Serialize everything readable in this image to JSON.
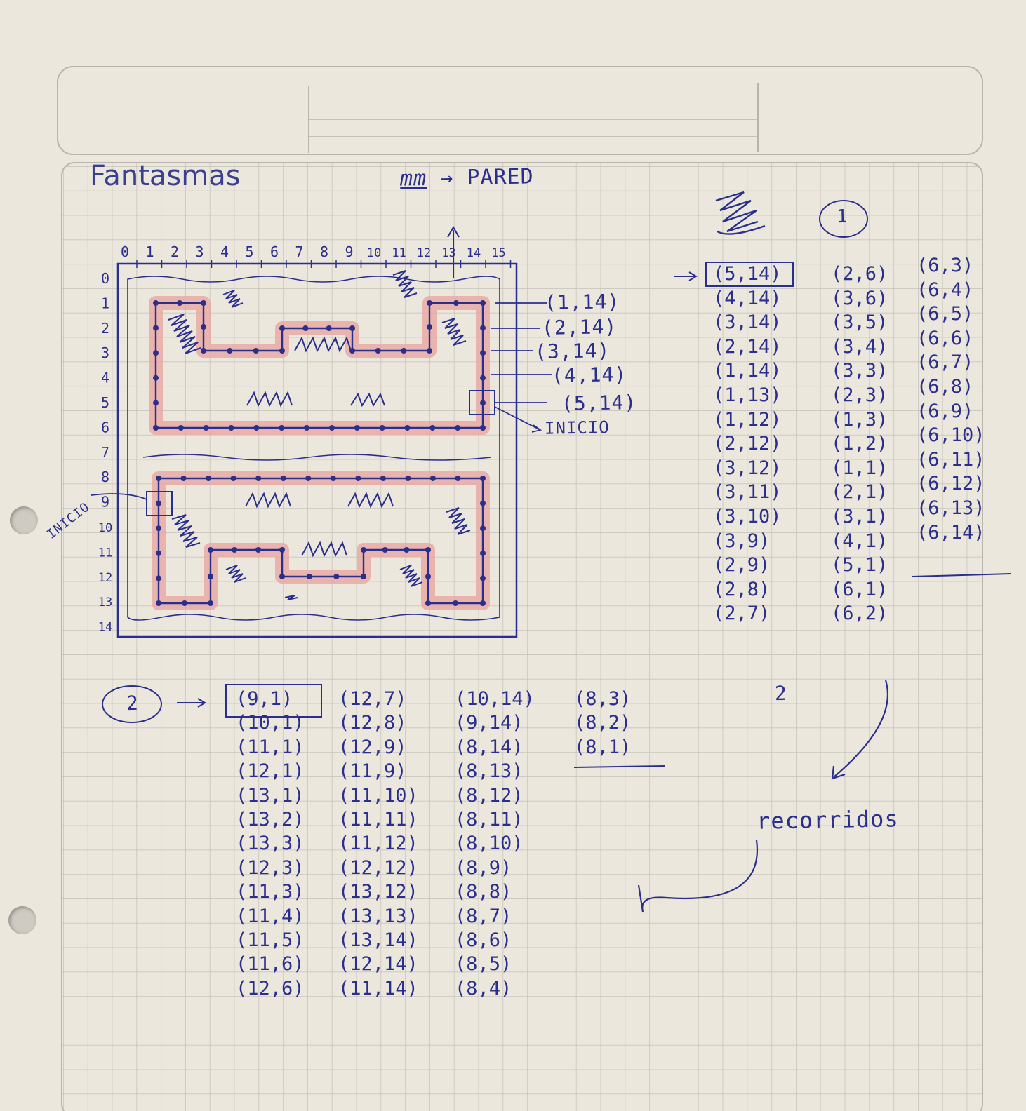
{
  "title": "Fantasmas",
  "legend": {
    "symbol": "mm",
    "label": "PARED"
  },
  "grid": {
    "col_labels": [
      "0",
      "1",
      "2",
      "3",
      "4",
      "5",
      "6",
      "7",
      "8",
      "9",
      "10",
      "11",
      "12",
      "13",
      "14",
      "15"
    ],
    "row_labels": [
      "0",
      "1",
      "2",
      "3",
      "4",
      "5",
      "6",
      "7",
      "8",
      "9",
      "10",
      "11",
      "12",
      "13",
      "14"
    ]
  },
  "callouts": [
    "(1,14)",
    "(2,14)",
    "(3,14)",
    "(4,14)",
    "(5,14)"
  ],
  "inicio_labels": [
    "INICIO",
    "INICIO"
  ],
  "route1": {
    "number": "1",
    "start_arrow": "→",
    "columns": [
      [
        "(5,14)",
        "(4,14)",
        "(3,14)",
        "(2,14)",
        "(1,14)",
        "(1,13)",
        "(1,12)",
        "(2,12)",
        "(3,12)",
        "(3,11)",
        "(3,10)",
        "(3,9)",
        "(2,9)",
        "(2,8)",
        "(2,7)"
      ],
      [
        "(2,6)",
        "(3,6)",
        "(3,5)",
        "(3,4)",
        "(3,3)",
        "(2,3)",
        "(1,3)",
        "(1,2)",
        "(1,1)",
        "(2,1)",
        "(3,1)",
        "(4,1)",
        "(5,1)",
        "(6,1)",
        "(6,2)"
      ],
      [
        "(6,3)",
        "(6,4)",
        "(6,5)",
        "(6,6)",
        "(6,7)",
        "(6,8)",
        "(6,9)",
        "(6,10)",
        "(6,11)",
        "(6,12)",
        "(6,13)",
        "(6,14)"
      ]
    ]
  },
  "route2": {
    "number": "2",
    "start_arrow": "→",
    "columns": [
      [
        "(9,1)",
        "(10,1)",
        "(11,1)",
        "(12,1)",
        "(13,1)",
        "(13,2)",
        "(13,3)",
        "(12,3)",
        "(11,3)",
        "(11,4)",
        "(11,5)",
        "(11,6)",
        "(12,6)"
      ],
      [
        "(12,7)",
        "(12,8)",
        "(12,9)",
        "(11,9)",
        "(11,10)",
        "(11,11)",
        "(11,12)",
        "(12,12)",
        "(13,12)",
        "(13,13)",
        "(13,14)",
        "(12,14)",
        "(11,14)"
      ],
      [
        "(10,14)",
        "(9,14)",
        "(8,14)",
        "(8,13)",
        "(8,12)",
        "(8,11)",
        "(8,10)",
        "(8,9)",
        "(8,8)",
        "(8,7)",
        "(8,6)",
        "(8,5)",
        "(8,4)"
      ],
      [
        "(8,3)",
        "(8,2)",
        "(8,1)"
      ]
    ]
  },
  "mid_label": "2",
  "recorridos": "recorridos",
  "colors": {
    "ink": "#2b2f8c",
    "highlight": "#e9a6a3",
    "grid": "#bdbab3",
    "paper": "#ebe7dd"
  }
}
